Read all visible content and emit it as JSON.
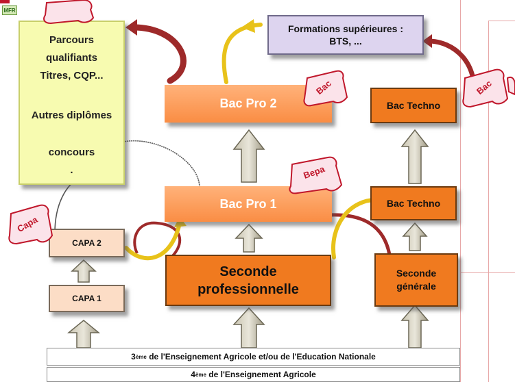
{
  "top_left_badge": "MFR",
  "yellow_box": {
    "line1": "Parcours",
    "line2": "qualifiants",
    "line3": "Titres, CQP...",
    "line4": "Autres diplômes",
    "line5": "concours",
    "line6": "."
  },
  "formations_sup": {
    "line1": "Formations supérieures :",
    "line2": "BTS, ..."
  },
  "bac_pro_2": "Bac Pro 2",
  "bac_pro_1": "Bac Pro 1",
  "bac_techno_top": "Bac Techno",
  "bac_techno_mid": "Bac Techno",
  "seconde_pro": {
    "line1": "Seconde",
    "line2": "professionnelle"
  },
  "seconde_gen": {
    "line1": "Seconde",
    "line2": "générale"
  },
  "capa2": "CAPA 2",
  "capa1": "CAPA 1",
  "scrolls": {
    "bac1": "Bac",
    "bac2": "Bac",
    "bepa": "Bepa",
    "capa": "Capa"
  },
  "bottom1": {
    "sup": "ème",
    "text": "de l'Enseignement Agricole et/ou de l'Education Nationale",
    "prefix": "3"
  },
  "bottom2": {
    "sup": "ème",
    "text": "de l'Enseignement Agricole",
    "prefix": "4"
  },
  "colors": {
    "orange": "#f07a1f",
    "yellow": "#f7fbb0",
    "lavender": "#ddd4ef",
    "arrow": "#a9a390",
    "red": "#c0172b"
  }
}
